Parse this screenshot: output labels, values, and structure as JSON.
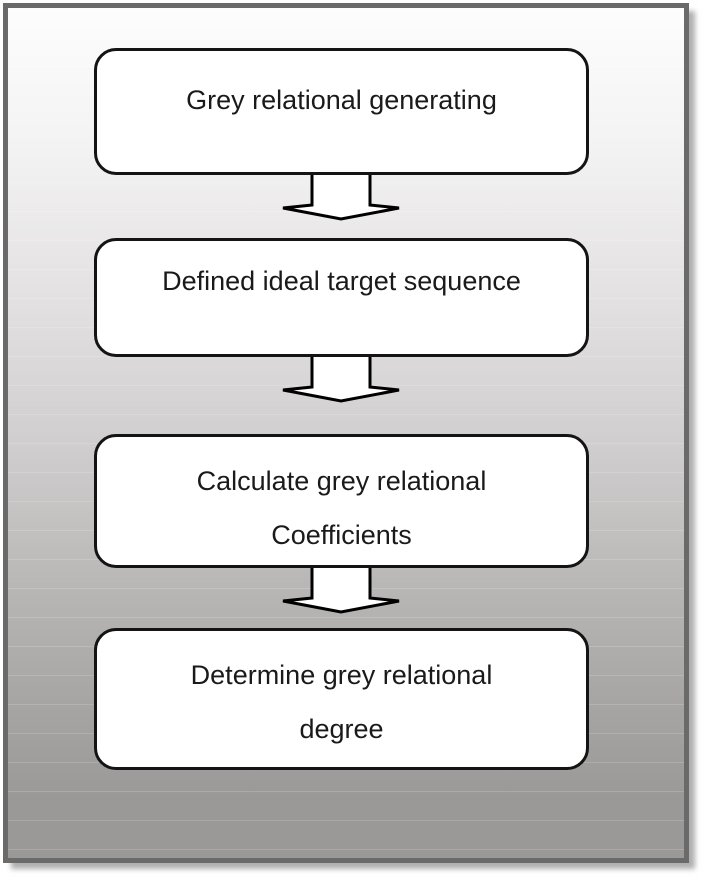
{
  "theme": {
    "page_bg": "#ffffff",
    "frame_border": "#6a6a6a",
    "gradient_top": "#fdfdfd",
    "gradient_bottom": "#9b9898",
    "box_fill": "#ffffff",
    "box_border": "#141414",
    "text_color": "#1a1a1a",
    "arrow_fill": "#ffffff",
    "arrow_stroke": "#000000"
  },
  "flowchart": {
    "direction": "top-down",
    "steps": [
      {
        "id": 1,
        "lines": [
          "Grey relational generating"
        ]
      },
      {
        "id": 2,
        "lines": [
          "Defined ideal target sequence"
        ]
      },
      {
        "id": 3,
        "lines": [
          "Calculate grey relational",
          "Coefficients"
        ]
      },
      {
        "id": 4,
        "lines": [
          "Determine grey relational",
          "degree"
        ]
      }
    ],
    "connectors": [
      {
        "from": 1,
        "to": 2,
        "type": "block-arrow-down"
      },
      {
        "from": 2,
        "to": 3,
        "type": "block-arrow-down"
      },
      {
        "from": 3,
        "to": 4,
        "type": "block-arrow-down"
      }
    ]
  }
}
